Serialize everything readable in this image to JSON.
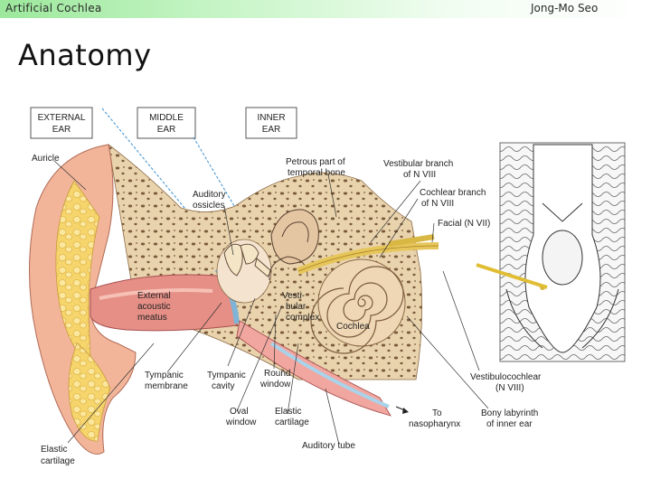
{
  "header": {
    "left": "Artificial Cochlea",
    "right": "Jong-Mo Seo"
  },
  "slide": {
    "title": "Anatomy"
  },
  "figure": {
    "regions": {
      "external": [
        "EXTERNAL",
        "EAR"
      ],
      "middle": [
        "MIDDLE",
        "EAR"
      ],
      "inner": [
        "INNER",
        "EAR"
      ]
    },
    "labels": {
      "auricle": [
        "Auricle"
      ],
      "ossicles": [
        "Auditory",
        "ossicles"
      ],
      "petrous": [
        "Petrous part of",
        "temporal bone"
      ],
      "vestibular_branch": [
        "Vestibular branch",
        "of N VIII"
      ],
      "cochlear_branch": [
        "Cochlear branch",
        "of N VIII"
      ],
      "facial": [
        "Facial (N VII)"
      ],
      "external_meatus": [
        "External",
        "acoustic",
        "meatus"
      ],
      "vestibular_complex": [
        "Vesti-",
        "bular",
        "complex"
      ],
      "cochlea": [
        "Cochlea"
      ],
      "tympanic_membrane": [
        "Tympanic",
        "membrane"
      ],
      "tympanic_cavity": [
        "Tympanic",
        "cavity"
      ],
      "round_window": [
        "Round",
        "window"
      ],
      "vestibulocochlear": [
        "Vestibulocochlear",
        "(N VIII)"
      ],
      "oval_window": [
        "Oval",
        "window"
      ],
      "elastic_cartilage_mid": [
        "Elastic",
        "cartilage"
      ],
      "nasopharynx": [
        "To",
        "nasopharynx"
      ],
      "bony_labyrinth": [
        "Bony labyrinth",
        "of inner ear"
      ],
      "auditory_tube": [
        "Auditory tube"
      ],
      "elastic_cartilage_left": [
        "Elastic",
        "cartilage"
      ]
    }
  }
}
